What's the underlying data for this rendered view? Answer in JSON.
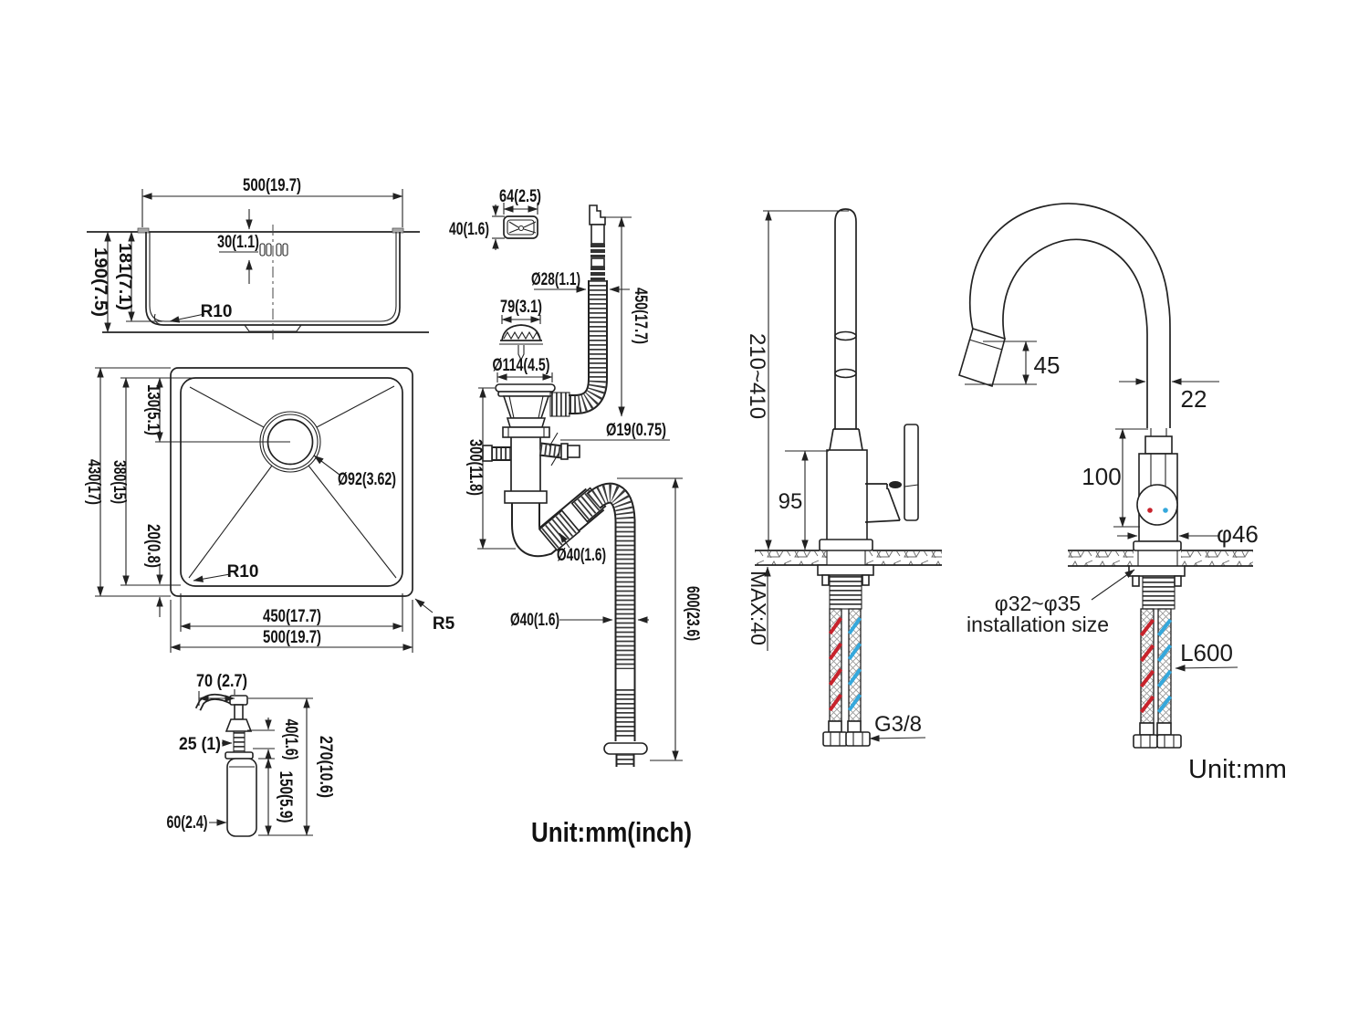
{
  "units": {
    "center": "Unit:mm(inch)",
    "right": "Unit:mm"
  },
  "sink_side": {
    "width": "500(19.7)",
    "hole_depth": "30(1.1)",
    "depth_outer": "190(7.5)",
    "depth_inner": "181(7.1)",
    "corner_radius": "R10"
  },
  "sink_top": {
    "outer_length": "430(17)",
    "inner_length": "380(15)",
    "drain_from_top": "130(5.1)",
    "drain_from_bottom": "20(0.8)",
    "drain_dia": "Ø92(3.62)",
    "corner_inner": "R10",
    "inner_width": "450(17.7)",
    "outer_width": "500(19.7)",
    "corner_outer": "R5"
  },
  "dispenser": {
    "spout_reach": "70 (2.7)",
    "thread_dia": "25 (1)",
    "deck_thickness": "40(1.6)",
    "bottle_height": "150(5.9)",
    "total_height": "270(10.6)",
    "bottle_dia": "60(2.4)"
  },
  "drain": {
    "overflow_width": "64(2.5)",
    "overflow_height": "40(1.6)",
    "hose_dia": "Ø28(1.1)",
    "strainer_dia": "79(3.1)",
    "overflow_hose_length": "450(17.7)",
    "flange_dia": "Ø114(4.5)",
    "spigot_dia": "Ø19(0.75)",
    "trap_height": "300(11.8)",
    "trap_dia": "Ø40(1.6)",
    "outlet_dia": "Ø40(1.6)",
    "outlet_length": "600(23.6)"
  },
  "faucet_side": {
    "spout_height": "210~410",
    "body_height": "95",
    "max_deck": "MAX:40",
    "thread": "G3/8"
  },
  "faucet_front": {
    "nozzle_length": "45",
    "neck_dia": "22",
    "body_height": "100",
    "base_dia": "φ46",
    "install_line1": "φ32~φ35",
    "install_line2": "installation size",
    "hose_length": "L600"
  },
  "colors": {
    "line": "#222222",
    "hot": "#c8232c",
    "cold": "#35a8dc"
  }
}
